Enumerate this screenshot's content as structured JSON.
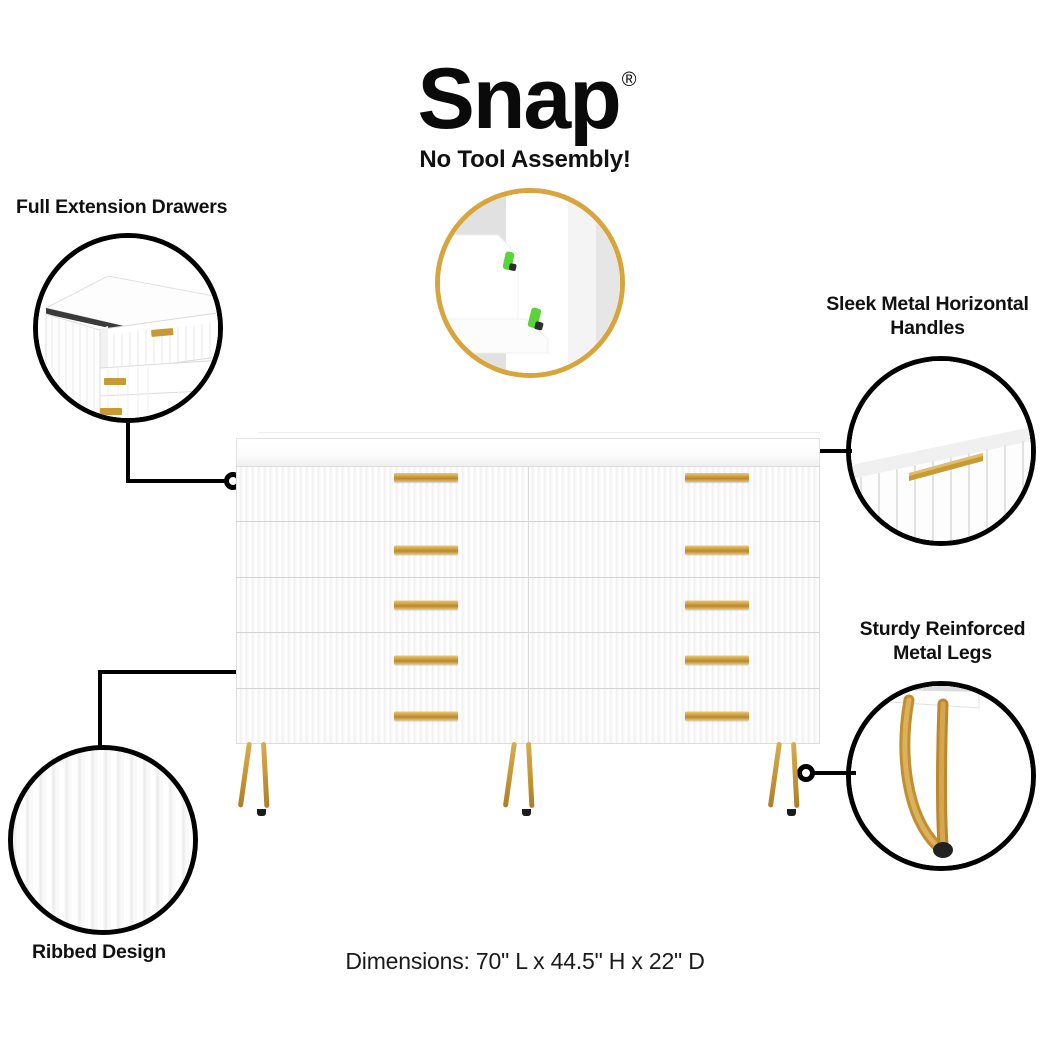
{
  "header": {
    "brand": "Snap",
    "registered_mark": "®",
    "tagline": "No Tool Assembly!"
  },
  "callouts": [
    {
      "id": "full-extension-drawers",
      "label": "Full Extension Drawers",
      "circle_style": "black",
      "image_description": "white dresser with drawer fully extended showing gold bar handles"
    },
    {
      "id": "no-tool-assembly",
      "label": "No Tool Assembly!",
      "circle_style": "gold",
      "image_description": "close-up of white panels joined with green snap connectors"
    },
    {
      "id": "sleek-metal-horizontal-handles",
      "label_line1": "Sleek Metal Horizontal",
      "label_line2": "Handles",
      "circle_style": "black",
      "image_description": "close-up of gold horizontal handle on ribbed white drawer front"
    },
    {
      "id": "sturdy-reinforced-metal-legs",
      "label_line1": "Sturdy Reinforced",
      "label_line2": "Metal Legs",
      "circle_style": "black",
      "image_description": "gold hairpin metal leg with black foot cap"
    },
    {
      "id": "ribbed-design",
      "label": "Ribbed Design",
      "circle_style": "black",
      "image_description": "vertical white ribbed fluted texture"
    }
  ],
  "product": {
    "type": "10-drawer double dresser",
    "columns": 2,
    "drawers_per_column": 5,
    "total_drawers": 10,
    "leg_count": 3,
    "dimensions_text": "Dimensions: 70\" L x 44.5\" H x 22\" D",
    "dimensions": {
      "length_in": 70,
      "height_in": 44.5,
      "depth_in": 22
    }
  },
  "colors": {
    "background": "#ffffff",
    "text": "#111111",
    "outline": "#000000",
    "gold_ring": "#d8a43c",
    "handle_gold": "#c99a33",
    "leg_gold": "#c49433",
    "snap_green": "#5bd43a"
  }
}
